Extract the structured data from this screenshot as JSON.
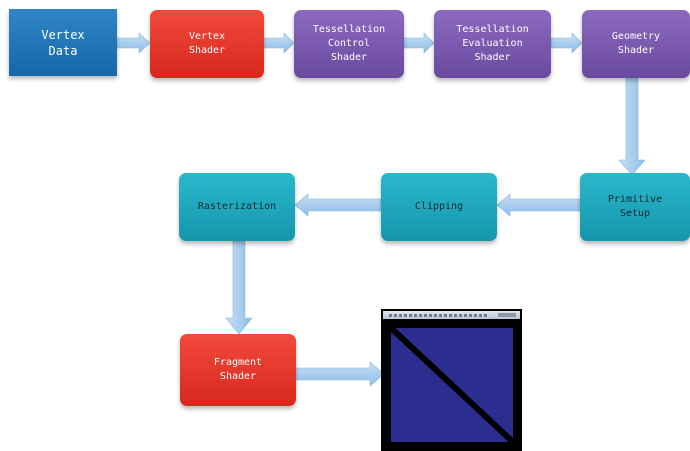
{
  "nodes": {
    "vertex_data": "Vertex\nData",
    "vertex_shader": "Vertex\nShader",
    "tess_control": "Tessellation\nControl\nShader",
    "tess_eval": "Tessellation\nEvaluation\nShader",
    "geometry_shader": "Geometry\nShader",
    "primitive_setup": "Primitive\nSetup",
    "clipping": "Clipping",
    "rasterization": "Rasterization",
    "fragment_shader": "Fragment\nShader"
  },
  "colors": {
    "vertex_data": "#1d73b6",
    "shader_red": "#e5372b",
    "shader_purple": "#7b5bb0",
    "fixed_cyan": "#1fa8bd",
    "arrow": "#a9cdee",
    "output_fill": "#2b2d8f",
    "output_border": "#000000"
  },
  "output_window": {
    "content": "blue square split by a black diagonal into two triangles"
  }
}
